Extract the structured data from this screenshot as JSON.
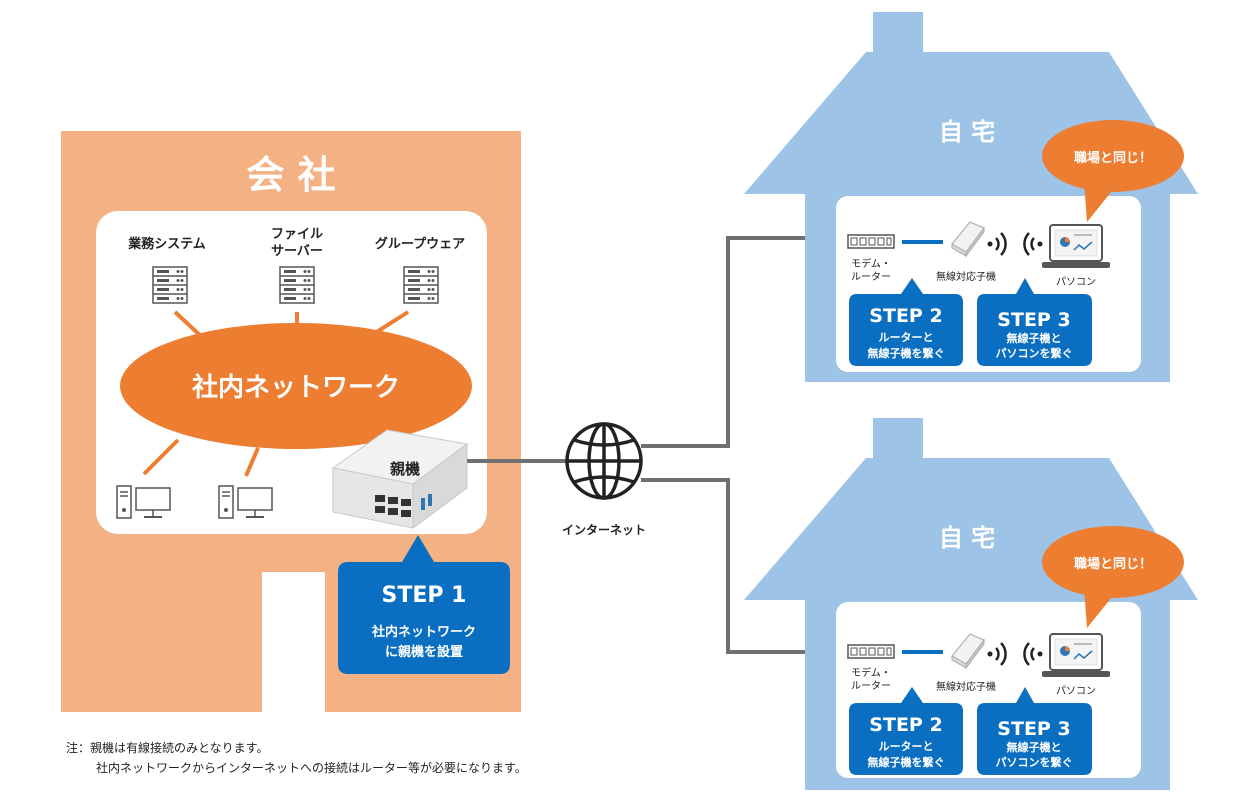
{
  "colors": {
    "office_bg": "#f4b183",
    "network_ellipse": "#ed7d31",
    "step_box": "#0b6fc1",
    "house": "#9dc3e6",
    "line_gray": "#707070",
    "icon_stroke": "#555555"
  },
  "office": {
    "title": "会 社",
    "systems": [
      {
        "label_lines": [
          "業務システム"
        ],
        "icon": "server-icon"
      },
      {
        "label_lines": [
          "ファイル",
          "サーバー"
        ],
        "icon": "server-icon"
      },
      {
        "label_lines": [
          "グループウェア"
        ],
        "icon": "server-icon"
      }
    ],
    "network_label": "社内ネットワーク",
    "parent_device_label": "親機",
    "step1": {
      "title": "STEP 1",
      "lines": [
        "社内ネットワーク",
        "に親機を設置"
      ]
    }
  },
  "internet": {
    "label": "インターネット",
    "icon": "globe-icon"
  },
  "homes": [
    {
      "title": "自 宅",
      "callout": "職場と同じ！",
      "router_label_lines": [
        "モデム・",
        "ルーター"
      ],
      "child_device_label": "無線対応子機",
      "pc_label": "パソコン",
      "step2": {
        "title": "STEP 2",
        "lines": [
          "ルーターと",
          "無線子機を繋ぐ"
        ]
      },
      "step3": {
        "title": "STEP 3",
        "lines": [
          "無線子機と",
          "パソコンを繋ぐ"
        ]
      }
    },
    {
      "title": "自 宅",
      "callout": "職場と同じ！",
      "router_label_lines": [
        "モデム・",
        "ルーター"
      ],
      "child_device_label": "無線対応子機",
      "pc_label": "パソコン",
      "step2": {
        "title": "STEP 2",
        "lines": [
          "ルーターと",
          "無線子機を繋ぐ"
        ]
      },
      "step3": {
        "title": "STEP 3",
        "lines": [
          "無線子機と",
          "パソコンを繋ぐ"
        ]
      }
    }
  ],
  "note": {
    "line1": "注：親機は有線接続のみとなります。",
    "line2": "社内ネットワークからインターネットへの接続はルーター等が必要になります。"
  }
}
